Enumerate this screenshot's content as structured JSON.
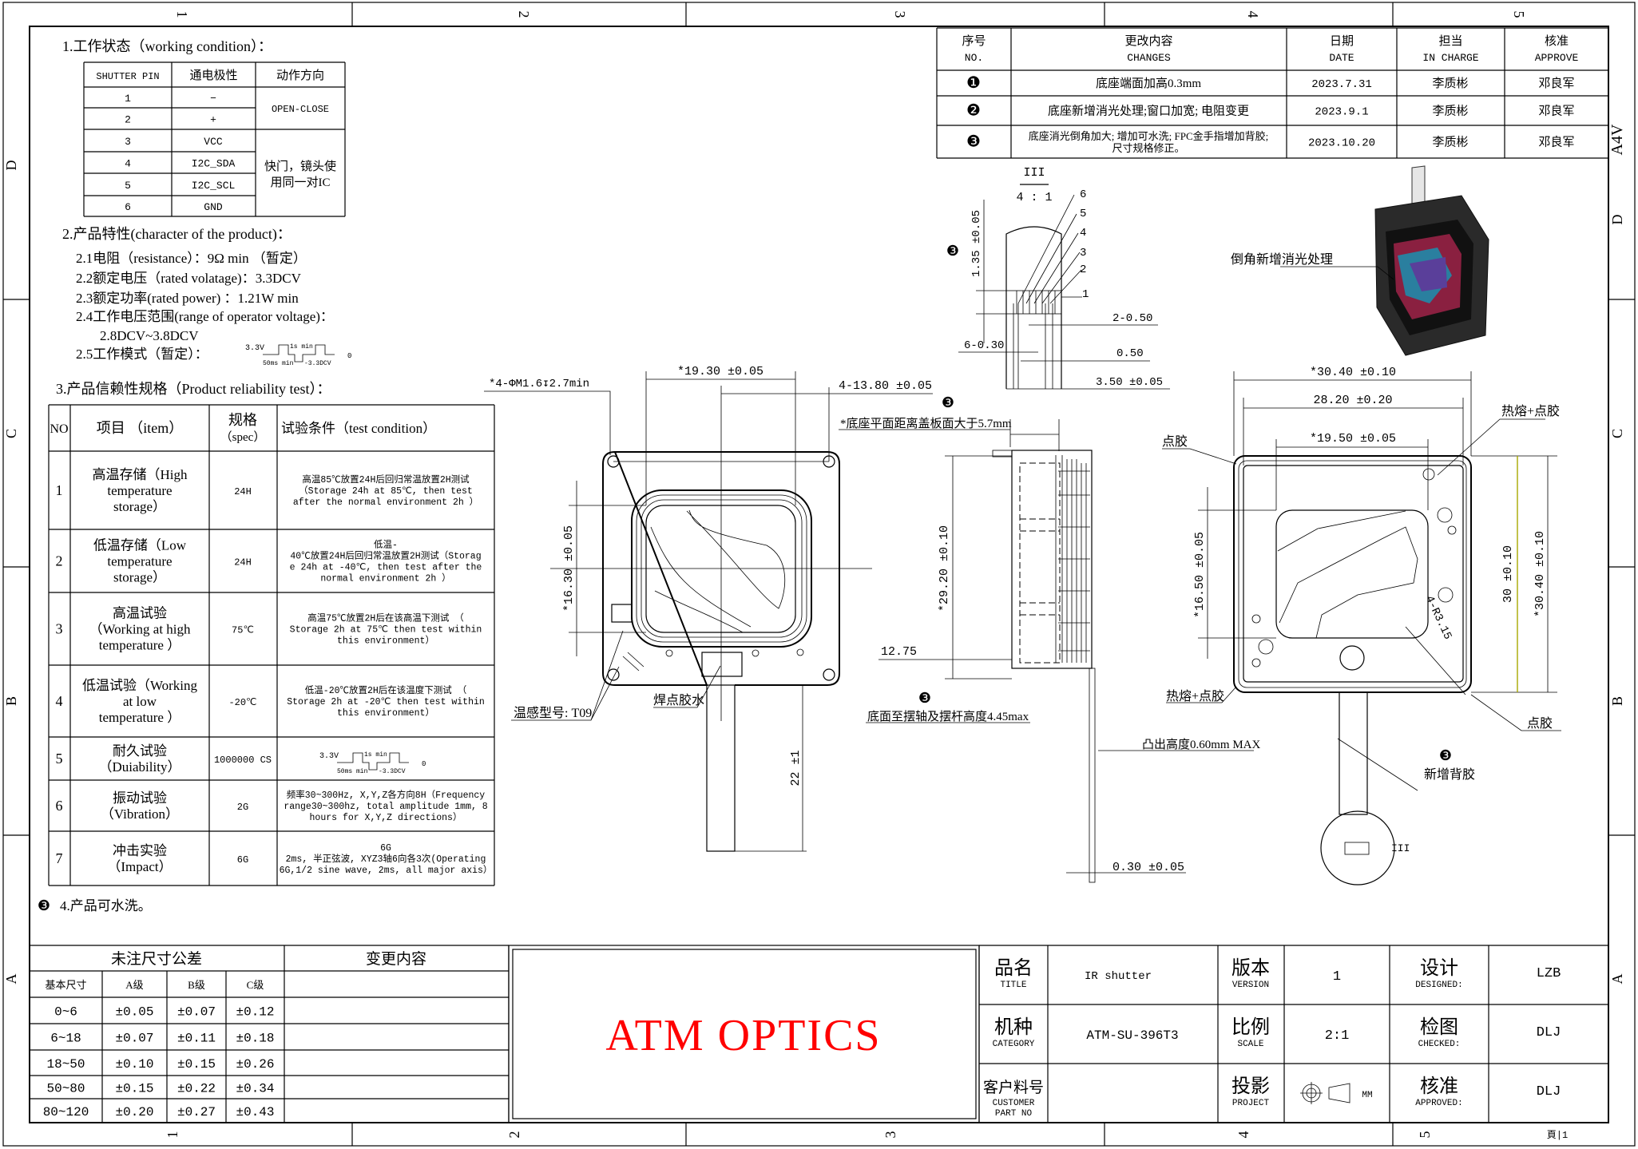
{
  "sheet": {
    "zone_cols": [
      "1",
      "2",
      "3",
      "4",
      "5"
    ],
    "zone_rows": [
      "D",
      "C",
      "B",
      "A"
    ],
    "size": "A4V",
    "page": "頁|1"
  },
  "working_condition": {
    "heading": "1.工作状态（working condition）：",
    "headers": [
      "SHUTTER PIN",
      "通电极性",
      "动作方向"
    ],
    "rows": [
      [
        "1",
        "−"
      ],
      [
        "2",
        "+"
      ],
      [
        "3",
        "VCC"
      ],
      [
        "4",
        "I2C_SDA"
      ],
      [
        "5",
        "I2C_SCL"
      ],
      [
        "6",
        "GND"
      ]
    ],
    "action_open_close": "OPEN-CLOSE",
    "action_shared_ic": [
      "快门，镜头使",
      "用同一对IC"
    ]
  },
  "characteristics": {
    "heading": "2.产品特性(character of the product)：",
    "items": [
      "2.1电阻（resistance）：9Ω min （暂定）",
      "2.2额定电压（rated volatage)：3.3DCV",
      "2.3额定功率(rated power) ：1.21W min",
      "2.4工作电压范围(range of operator voltage)：",
      "2.8DCV~3.8DCV",
      "2.5工作模式（暂定）："
    ],
    "wave": {
      "high": "3.3V",
      "pulse": "1s min",
      "gap": "50ms min",
      "low": "-3.3DCV",
      "zero": "0"
    }
  },
  "reliability": {
    "heading": "3.产品信赖性规格（Product reliability test）：",
    "headers": {
      "no": "NO",
      "item": "项目    （item）",
      "spec": [
        "规格",
        "（spec）"
      ],
      "condition": "试验条件（test condition）"
    },
    "rows": [
      {
        "no": "1",
        "item": [
          "高温存储（High",
          "temperature",
          "storage）"
        ],
        "spec": "24H",
        "condition": [
          "高温85℃放置24H后回归常温放置2H测试",
          "（Storage 24h at  85℃, then test",
          "after the normal environment 2h ）"
        ]
      },
      {
        "no": "2",
        "item": [
          "低温存储（Low",
          "temperature",
          "storage）"
        ],
        "spec": "24H",
        "condition": [
          "低温-",
          "40℃放置24H后回归常温放置2H测试（Storag",
          "e 24h at  -40℃, then test  after the",
          "normal environment 2h ）"
        ]
      },
      {
        "no": "3",
        "item": [
          "高温试验",
          "（Working at high",
          "temperature ）"
        ],
        "spec": "75℃",
        "condition": [
          "高温75℃放置2H后在该高温下测试          （",
          "Storage 2h at 75℃  then test within",
          "this environment）"
        ]
      },
      {
        "no": "4",
        "item": [
          "低温试验（Working",
          "at low",
          "temperature ）"
        ],
        "spec": "-20℃",
        "condition": [
          "低温-20℃放置2H后在该温度下测试          （",
          "Storage 2h at -20℃  then test within",
          "this environment）"
        ]
      },
      {
        "no": "5",
        "item": [
          "耐久试验",
          "（Duiability）"
        ],
        "spec": "1000000 CS",
        "condition": []
      },
      {
        "no": "6",
        "item": [
          "振动试验",
          "（Vibration）"
        ],
        "spec": "2G",
        "condition": [
          "频率30~300Hz, X,Y,Z各方向8H（Frequency",
          "range30~300hz, total amplitude 1mm, 8",
          "hours for X,Y,Z directions）"
        ]
      },
      {
        "no": "7",
        "item": [
          "冲击实验",
          "（Impact）"
        ],
        "spec": "6G",
        "condition": [
          "6G",
          "2ms, 半正弦波, XYZ3轴6向各3次(Operating",
          "6G,1/2 sine wave, 2ms, all major axis）"
        ]
      }
    ]
  },
  "note4": {
    "marker": "❸",
    "text": "4.产品可水洗。"
  },
  "tolerance": {
    "title": "未注尺寸公差",
    "change_title": "变更内容",
    "headers": [
      "基本尺寸",
      "A级",
      "B级",
      "C级"
    ],
    "rows": [
      [
        "0~6",
        "±0.05",
        "±0.07",
        "±0.12"
      ],
      [
        "6~18",
        "±0.07",
        "±0.11",
        "±0.18"
      ],
      [
        "18~50",
        "±0.10",
        "±0.15",
        "±0.26"
      ],
      [
        "50~80",
        "±0.15",
        "±0.22",
        "±0.34"
      ],
      [
        "80~120",
        "±0.20",
        "±0.27",
        "±0.43"
      ]
    ]
  },
  "revisions": {
    "headers": [
      [
        "序号",
        "NO."
      ],
      [
        "更改内容",
        "CHANGES"
      ],
      [
        "日期",
        "DATE"
      ],
      [
        "担当",
        "IN CHARGE"
      ],
      [
        "核准",
        "APPROVE"
      ]
    ],
    "rows": [
      {
        "no": "❶",
        "change": [
          "底座端面加高0.3mm"
        ],
        "date": "2023.7.31",
        "in_charge": "李质彬",
        "approve": "邓良军"
      },
      {
        "no": "❷",
        "change": [
          "底座新增消光处理;窗口加宽; 电阻变更"
        ],
        "date": "2023.9.1",
        "in_charge": "李质彬",
        "approve": "邓良军"
      },
      {
        "no": "❸",
        "change": [
          "底座消光倒角加大; 增加可水洗; FPC金手指增加背胶;",
          "尺寸规格修正。"
        ],
        "date": "2023.10.20",
        "in_charge": "李质彬",
        "approve": "邓良军"
      }
    ]
  },
  "logo": "ATM OPTICS",
  "title_block": {
    "title_label": [
      "品名",
      "TITLE"
    ],
    "title_value": "IR shutter",
    "category_label": [
      "机种",
      "CATEGORY"
    ],
    "category_value": "ATM-SU-396T3",
    "customer_label": [
      "客户料号",
      "CUSTOMER",
      "PART NO"
    ],
    "customer_value": "",
    "version_label": [
      "版本",
      "VERSION"
    ],
    "version_value": "1",
    "scale_label": [
      "比例",
      "SCALE"
    ],
    "scale_value": "2:1",
    "project_label": [
      "投影",
      "PROJECT"
    ],
    "unit": "MM",
    "designed_label": [
      "设计",
      "DESIGNED:"
    ],
    "designed_value": "LZB",
    "checked_label": [
      "检图",
      "CHECKED:"
    ],
    "checked_value": "DLJ",
    "approved_label": [
      "核准",
      "APPROVED:"
    ],
    "approved_value": "DLJ"
  },
  "drawing": {
    "front": {
      "dim_width": "*19.30 ±0.05",
      "dim_hole_pitch": "4-13.80 ±0.05",
      "hole_callout": "*4-ΦM1.6↧2.7min",
      "dim_height": "*16.30 ±0.05",
      "dim_tail": "22 ±1",
      "sensor_note": "温感型号: T09",
      "solder_note": "焊点胶水"
    },
    "detail": {
      "view_id": "III",
      "view_scale": "4 : 1",
      "pins": [
        "6",
        "5",
        "4",
        "3",
        "2",
        "1"
      ],
      "marker": "❸",
      "dim_finger_len": "1.35 ±0.05",
      "dim_pitch2": "2-0.50",
      "dim_width6": "6-0.30",
      "dim_pitch": "0.50",
      "dim_total": "3.50 ±0.05"
    },
    "side": {
      "marker_top": "❸",
      "top_note": "*底座平面距离盖板面大于5.7mm",
      "dim_height": "*29.20 ±0.10",
      "dim_1275": "12.75",
      "marker_bottom": "❸",
      "bottom_note": "底面至摆轴及摆杆高度4.45max",
      "protrusion_note": "凸出高度0.60mm MAX",
      "dim_fpc": "0.30 ±0.05"
    },
    "back": {
      "dim_outer_w": "*30.40 ±0.10",
      "dim_mid_w": "28.20 ±0.20",
      "dim_aperture_w": "*19.50 ±0.05",
      "dim_aperture_h": "*16.50 ±0.05",
      "dim_h30": "30 ±0.10",
      "dim_outer_h": "*30.40 ±0.10",
      "radius": "4-R3.15",
      "glue_tl": "点胶",
      "glue_tr": "热熔+点胶",
      "glue_bl": "热熔+点胶",
      "glue_br": "点胶",
      "marker": "❸",
      "backing_note": "新增背胶",
      "detail_ref": "III"
    },
    "iso_note": "倒角新增消光处理"
  },
  "colors": {
    "logo": "#ff0000",
    "dim_highlight": "#a8a800",
    "line": "#000000"
  }
}
